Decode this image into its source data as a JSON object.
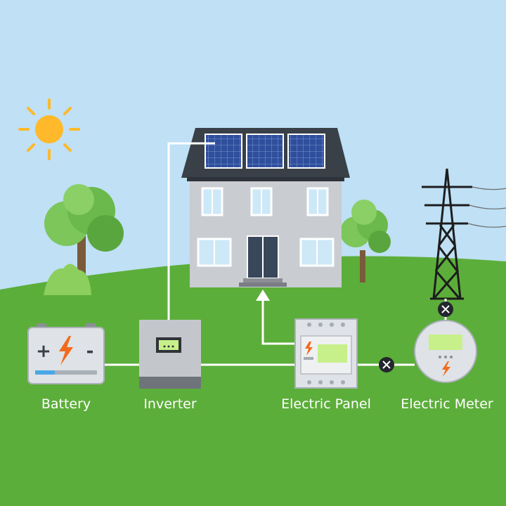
{
  "labels": {
    "battery": "Battery",
    "inverter": "Inverter",
    "electric_panel": "Electric Panel",
    "electric_meter": "Electric Meter"
  },
  "colors": {
    "sky": "#bfe0f5",
    "ground": "#5cae3a",
    "wire": "#ffffff",
    "house_wall": "#c9ccd1",
    "roof": "#3a4048",
    "solar_panel": "#2f4f9c",
    "sun": "#ffb92a",
    "screen": "#c7f08a",
    "bolt": "#f26b1d"
  },
  "icons": {
    "sun": "sun-icon",
    "solar_panel": "solar-panel-icon",
    "power_tower": "transmission-tower-icon",
    "bolt": "lightning-bolt-icon",
    "disconnect": "x-circle-icon",
    "arrow": "arrow-up-icon"
  }
}
